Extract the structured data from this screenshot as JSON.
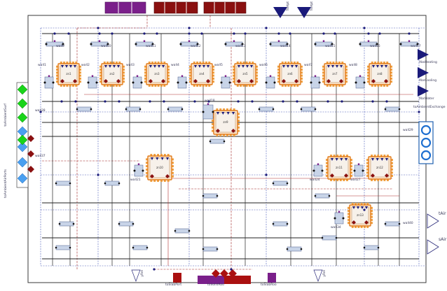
{
  "diagram": {
    "left_ports": {
      "surf_label": "toAmbientSurf",
      "air_label": "toAmbientAirPorts",
      "wall_labels": [
        "wall28",
        "wall37"
      ]
    },
    "right_ports": {
      "top_labels": [
        "AbsHeating",
        "AbsCooling",
        "AbsWater"
      ],
      "mid_label": "toAmbientExchange",
      "air_labels": [
        "tAir",
        "sAir"
      ],
      "wall_labels": [
        "wall29",
        "wall40"
      ]
    },
    "top_inputs": {
      "labels": [
        "Tsetpt",
        "Tsetpt"
      ]
    },
    "bottom": {
      "labels": [
        "toSlabPort",
        "toSolidRoo",
        "toSlabRoo"
      ],
      "sensor_labels": [
        "yRel",
        "yRel"
      ]
    },
    "zone_row": [
      {
        "name": "zn1",
        "wall": "wall1"
      },
      {
        "name": "zn2",
        "wall": "wall2"
      },
      {
        "name": "zn3",
        "wall": "wall3"
      },
      {
        "name": "zn4",
        "wall": "wall4"
      },
      {
        "name": "zn5",
        "wall": "wall5"
      },
      {
        "name": "zn6",
        "wall": "wall6"
      },
      {
        "name": "zn7",
        "wall": "wall7"
      },
      {
        "name": "zn8",
        "wall": "wall8"
      }
    ],
    "top_walls": [
      "wall9",
      "wall10",
      "wall11",
      "wall12",
      "wall13",
      "wall14",
      "wall15",
      "wall16",
      "wall17"
    ],
    "center_zone": {
      "name": "zn9",
      "wall": "wall18"
    },
    "lower_zones": [
      {
        "name": "zn10",
        "wall": "wall21"
      },
      {
        "name": "zn11",
        "wall": "wall24"
      },
      {
        "name": "zn12",
        "wall": "wall27"
      },
      {
        "name": "zn13",
        "wall": "wall34"
      }
    ]
  }
}
